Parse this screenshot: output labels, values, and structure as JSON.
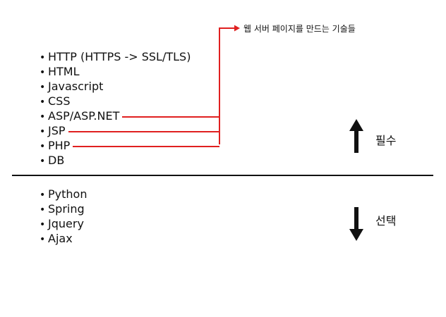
{
  "colors": {
    "highlight": "#e02020",
    "text": "#111111",
    "divider": "#111111"
  },
  "required_items": [
    {
      "label": "HTTP (HTTPS -> SSL/TLS)",
      "highlight": false
    },
    {
      "label": "HTML",
      "highlight": false
    },
    {
      "label": "Javascript",
      "highlight": false
    },
    {
      "label": "CSS",
      "highlight": false
    },
    {
      "label": "ASP/ASP.NET",
      "highlight": true
    },
    {
      "label": "JSP",
      "highlight": true
    },
    {
      "label": "PHP",
      "highlight": true
    },
    {
      "label": "DB",
      "highlight": false
    }
  ],
  "optional_items": [
    {
      "label": "Python"
    },
    {
      "label": "Spring"
    },
    {
      "label": "Jquery"
    },
    {
      "label": "Ajax"
    }
  ],
  "annotation": {
    "text": "웹 서버 페이지를 만드는 기술들"
  },
  "labels": {
    "required": "필수",
    "optional": "선택"
  },
  "icons": {
    "required": "up-arrow-icon",
    "optional": "down-arrow-icon"
  }
}
